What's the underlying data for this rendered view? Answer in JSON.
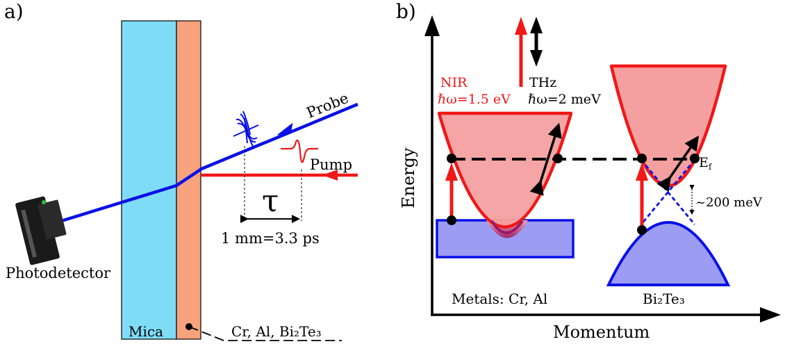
{
  "panel_a": {
    "label": "a)",
    "mica": "Mica",
    "layer": "Cr, Al, Bi₂Te₃",
    "probe": "Probe",
    "pump": "Pump",
    "tau": "τ",
    "delay": "1 mm=3.3 ps",
    "detector": "Photodetector"
  },
  "panel_b": {
    "label": "b)",
    "nir_label": "NIR",
    "nir_energy": "ℏω=1.5 eV",
    "thz_label": "THz",
    "thz_energy": "ℏω=2 meV",
    "ef": "E_f",
    "gap": "~200 meV",
    "metals": "Metals: Cr, Al",
    "bi2te3": "Bi₂Te₃",
    "y_axis": "Energy",
    "x_axis": "Momentum"
  },
  "colors": {
    "mica": "#7fdcf7",
    "layer": "#f9a27e",
    "beam_blue": "#0a10e6",
    "beam_red": "#f01818",
    "band_red_fill": "#f4a0a0",
    "band_blue_fill": "#9c9cf2"
  }
}
